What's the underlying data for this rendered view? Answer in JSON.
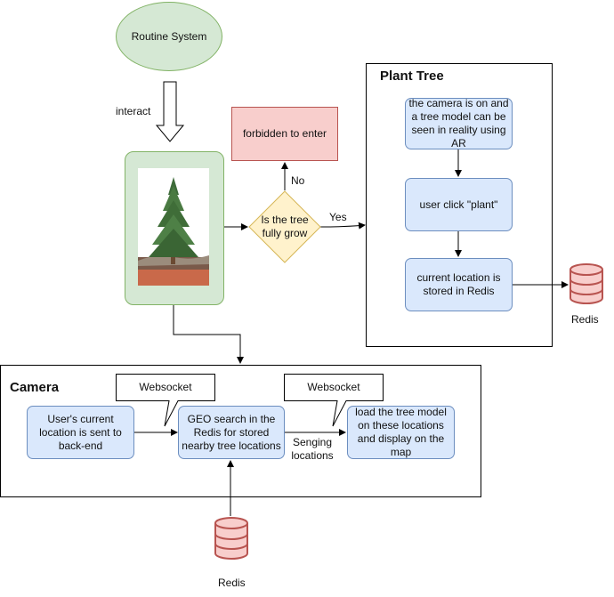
{
  "start_node": {
    "label": "Routine System"
  },
  "interact_label": "interact",
  "plant_tree": {
    "title": "Plant Tree",
    "step1": "the camera is on and a tree model can be seen in reality using AR",
    "step2": "user click \"plant\"",
    "step3": "current location is stored in Redis"
  },
  "decision": {
    "label": "Is the tree fully grow",
    "no_label": "No",
    "yes_label": "Yes"
  },
  "forbidden": {
    "label": "forbidden to enter"
  },
  "camera": {
    "title": "Camera",
    "step1": "User's current location is sent to back-end",
    "step2": "GEO search in the Redis for stored nearby tree locations",
    "step3": "load the tree model on these locations and display on the map",
    "callout1": "Websocket",
    "callout2": "Websocket",
    "sending_label": "Senging locations"
  },
  "redis_right": {
    "label": "Redis"
  },
  "redis_bottom": {
    "label": "Redis"
  },
  "colors": {
    "blue_fill": "#dae8fc",
    "blue_stroke": "#6c8ebf",
    "green_fill": "#d5e8d4",
    "green_stroke": "#82b366",
    "pink_fill": "#f8cecc",
    "pink_stroke": "#b85450",
    "yellow_fill": "#fff2cc",
    "yellow_stroke": "#d6b656",
    "redis_fill": "#f8cecc",
    "redis_stroke": "#b85450"
  }
}
